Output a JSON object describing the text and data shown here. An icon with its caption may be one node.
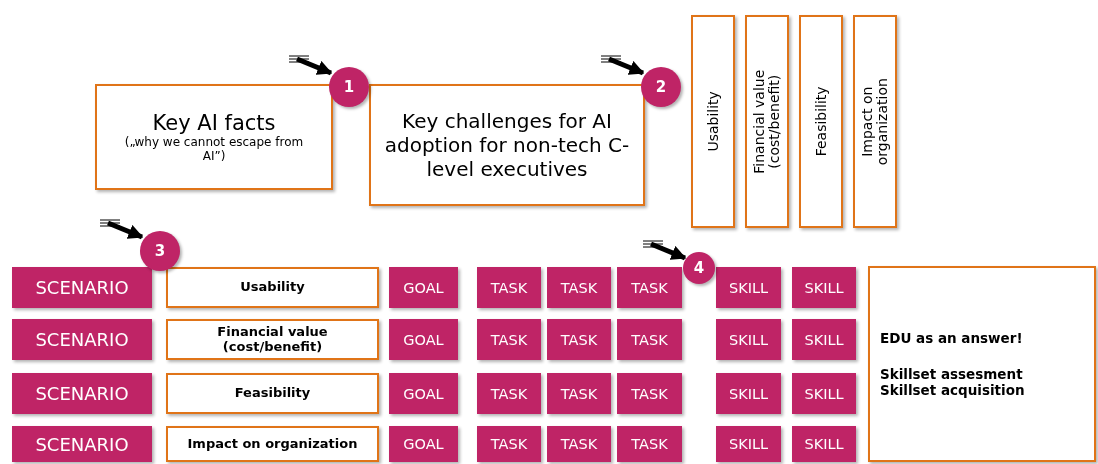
{
  "diagram": {
    "nodes": [
      {
        "text": [
          "Key AI facts",
          "(„why we cannot escape from AI”)"
        ]
      },
      {
        "text": [
          "1"
        ]
      },
      {
        "text": [
          "Key challenges for AI adoption for non-tech C-level executives"
        ]
      },
      {
        "text": [
          "2"
        ]
      },
      {
        "text": [
          "Usability"
        ]
      },
      {
        "text": [
          "Financial value (cost/benefit)"
        ]
      },
      {
        "text": [
          "Feasibility"
        ]
      },
      {
        "text": [
          "Impact on organization"
        ]
      },
      {
        "text": [
          "3"
        ]
      },
      {
        "text": [
          "4"
        ]
      },
      {
        "text": [
          "SCENARIO"
        ]
      },
      {
        "text": [
          "Usability"
        ]
      },
      {
        "text": [
          "GOAL"
        ]
      },
      {
        "text": [
          "TASK"
        ]
      },
      {
        "text": [
          "TASK"
        ]
      },
      {
        "text": [
          "TASK"
        ]
      },
      {
        "text": [
          "SKILL"
        ]
      },
      {
        "text": [
          "SKILL"
        ]
      },
      {
        "text": [
          "SCENARIO"
        ]
      },
      {
        "text": [
          "Financial value (cost/benefit)"
        ]
      },
      {
        "text": [
          "GOAL"
        ]
      },
      {
        "text": [
          "TASK"
        ]
      },
      {
        "text": [
          "TASK"
        ]
      },
      {
        "text": [
          "TASK"
        ]
      },
      {
        "text": [
          "SKILL"
        ]
      },
      {
        "text": [
          "SKILL"
        ]
      },
      {
        "text": [
          "SCENARIO"
        ]
      },
      {
        "text": [
          "Feasibility"
        ]
      },
      {
        "text": [
          "GOAL"
        ]
      },
      {
        "text": [
          "TASK"
        ]
      },
      {
        "text": [
          "TASK"
        ]
      },
      {
        "text": [
          "TASK"
        ]
      },
      {
        "text": [
          "SKILL"
        ]
      },
      {
        "text": [
          "SKILL"
        ]
      },
      {
        "text": [
          "SCENARIO"
        ]
      },
      {
        "text": [
          "Impact on organization"
        ]
      },
      {
        "text": [
          "GOAL"
        ]
      },
      {
        "text": [
          "TASK"
        ]
      },
      {
        "text": [
          "TASK"
        ]
      },
      {
        "text": [
          "TASK"
        ]
      },
      {
        "text": [
          "SKILL"
        ]
      },
      {
        "text": [
          "SKILL"
        ]
      },
      {
        "text": [
          "EDU as an answer!",
          "Skillset assesment",
          "Skillset acquisition"
        ]
      }
    ],
    "edges": [
      {
        "from": null,
        "to": 1,
        "arrow": "to"
      },
      {
        "from": null,
        "to": 3,
        "arrow": "to"
      },
      {
        "from": null,
        "to": 8,
        "arrow": "to"
      },
      {
        "from": null,
        "to": 9,
        "arrow": "to"
      }
    ]
  }
}
